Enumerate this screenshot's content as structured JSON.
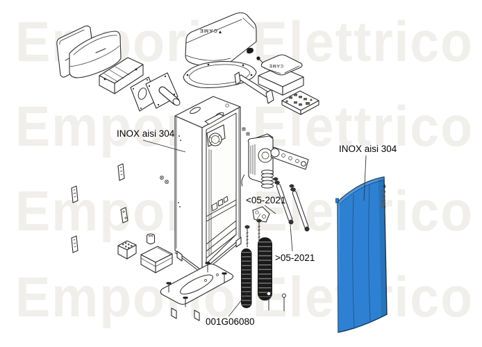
{
  "watermark": {
    "text": "Emporio Elettrico"
  },
  "labels": {
    "material_left": "INOX aisi 304",
    "material_right": "INOX aisi 304",
    "version_before": "<05-2021",
    "version_after": ">05-2021",
    "part_code": "001G06080"
  },
  "brand": {
    "logo": "CAME"
  },
  "colors": {
    "panel_blue": "#2E80D2",
    "panel_logo": "#0E3B66",
    "watermark": "#F0EFEB"
  }
}
